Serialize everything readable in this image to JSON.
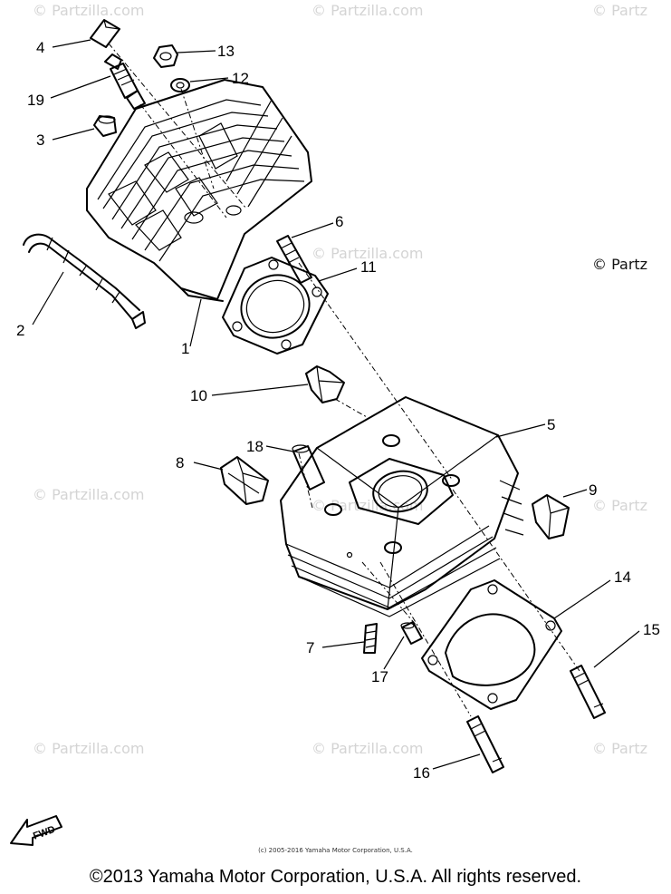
{
  "watermark_text": "© Partzilla.com",
  "watermark_partial": "© Partz",
  "callouts": [
    "1",
    "2",
    "3",
    "4",
    "5",
    "6",
    "7",
    "8",
    "9",
    "10",
    "11",
    "12",
    "13",
    "14",
    "15",
    "16",
    "17",
    "18",
    "19"
  ],
  "fwd_label": "FWD",
  "small_copyright": "(c) 2005-2016 Yamaha Motor Corporation, U.S.A.",
  "copyright": "©2013 Yamaha Motor Corporation, U.S.A. All rights reserved."
}
